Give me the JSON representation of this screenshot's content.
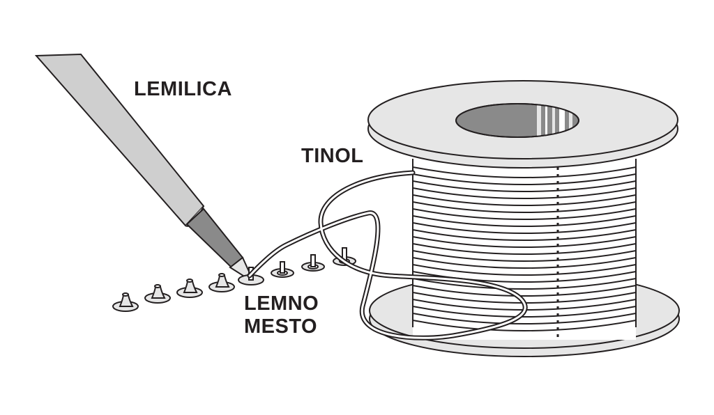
{
  "labels": {
    "soldering_iron": "LEMILICA",
    "solder": "TINOL",
    "solder_joint_line1": "LEMNO",
    "solder_joint_line2": "MESTO"
  },
  "colors": {
    "outline": "#231f20",
    "gray_light": "#e6e6e6",
    "gray_mid": "#cfcfcf",
    "gray_dark": "#8a8a8a",
    "white": "#ffffff"
  }
}
